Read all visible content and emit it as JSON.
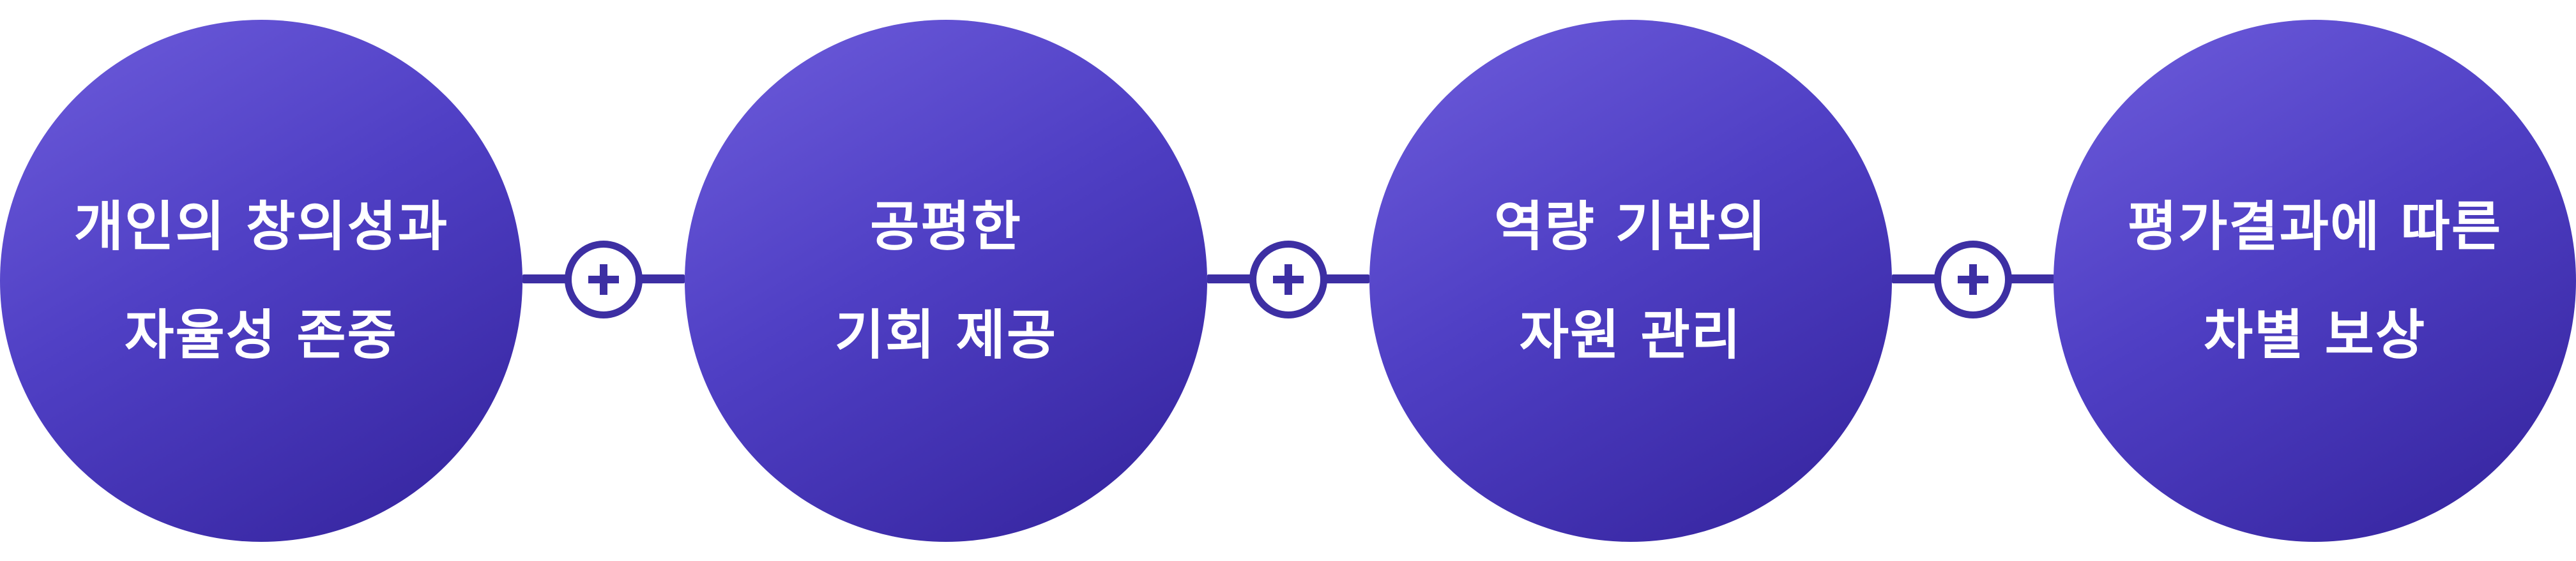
{
  "steps": [
    {
      "line1": "개인의 창의성과",
      "line2": "자율성 존중"
    },
    {
      "line1": "공평한",
      "line2": "기회 제공"
    },
    {
      "line1": "역량 기반의",
      "line2": "자원 관리"
    },
    {
      "line1": "평가결과에 따른",
      "line2": "차별 보상"
    }
  ],
  "connector_icon": "plus-icon",
  "colors": {
    "circle_gradient_start": "#6e5ddc",
    "circle_gradient_end": "#33229b",
    "connector": "#3d2fa3",
    "text": "#ffffff"
  }
}
